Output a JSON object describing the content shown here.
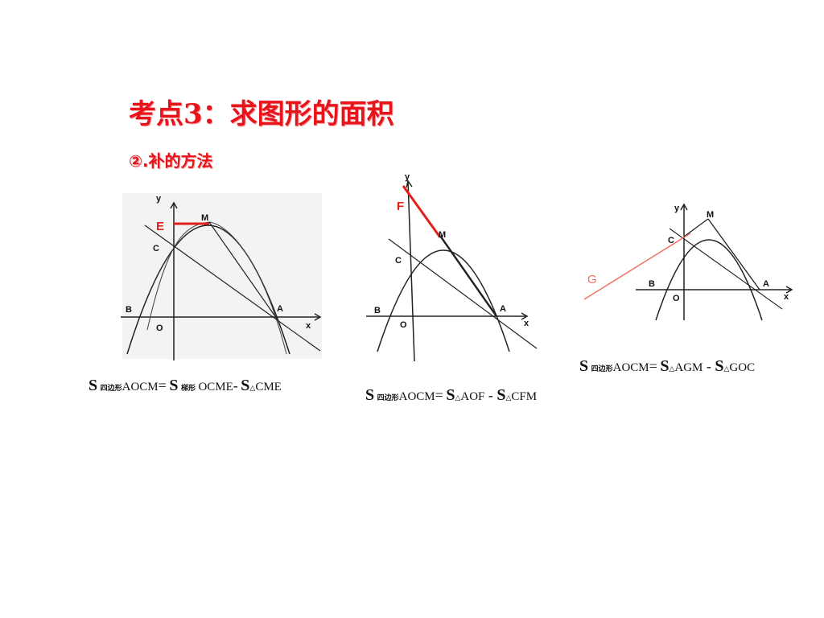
{
  "slide": {
    "title": "考点3：求图形的面积",
    "subtitle": "②.补的方法"
  },
  "figures": [
    {
      "labels": {
        "y": "y",
        "x": "x",
        "o": "O",
        "a": "A",
        "b": "B",
        "c": "C",
        "m": "M",
        "e": "E"
      },
      "formula": {
        "s1": "S",
        "quad": "四边形",
        "l1": "AOCM",
        "eq": "=",
        "s2": "S",
        "trap": "梯形",
        "l2": "OCME",
        "minus": "-",
        "s3": "S",
        "tri": "△",
        "l3": "CME"
      }
    },
    {
      "labels": {
        "y": "y",
        "x": "x",
        "o": "O",
        "a": "A",
        "b": "B",
        "c": "C",
        "m": "M",
        "f": "F"
      },
      "formula": {
        "s1": "S",
        "quad": "四边形",
        "l1": "AOCM",
        "eq": "=",
        "s2": "S",
        "tri1": "△",
        "l2": "AOF",
        "minus": " - ",
        "s3": "S",
        "tri2": "△",
        "l3": "CFM"
      }
    },
    {
      "labels": {
        "y": "y",
        "x": "x",
        "o": "O",
        "a": "A",
        "b": "B",
        "c": "C",
        "m": "M",
        "g": "G"
      },
      "formula": {
        "s1": "S",
        "quad": "四边形",
        "l1": "AOCM",
        "eq": "=",
        "s2": "S",
        "tri1": "△",
        "l2": "AGM",
        "minus": " - ",
        "s3": "S",
        "tri2": "△",
        "l3": "GOC"
      }
    }
  ]
}
